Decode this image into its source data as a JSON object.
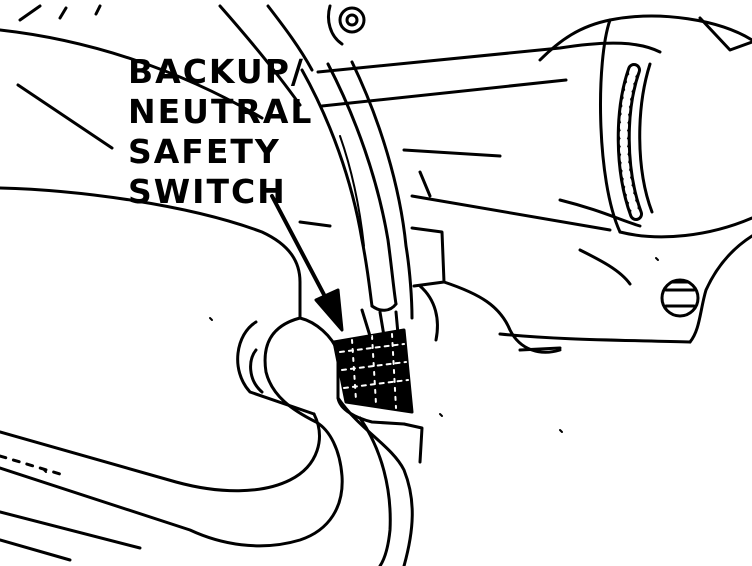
{
  "callout": {
    "lines": [
      "BACKUP/",
      "NEUTRAL",
      "SAFETY",
      "SWITCH"
    ]
  },
  "colors": {
    "ink": "#000000",
    "paper": "#ffffff"
  }
}
